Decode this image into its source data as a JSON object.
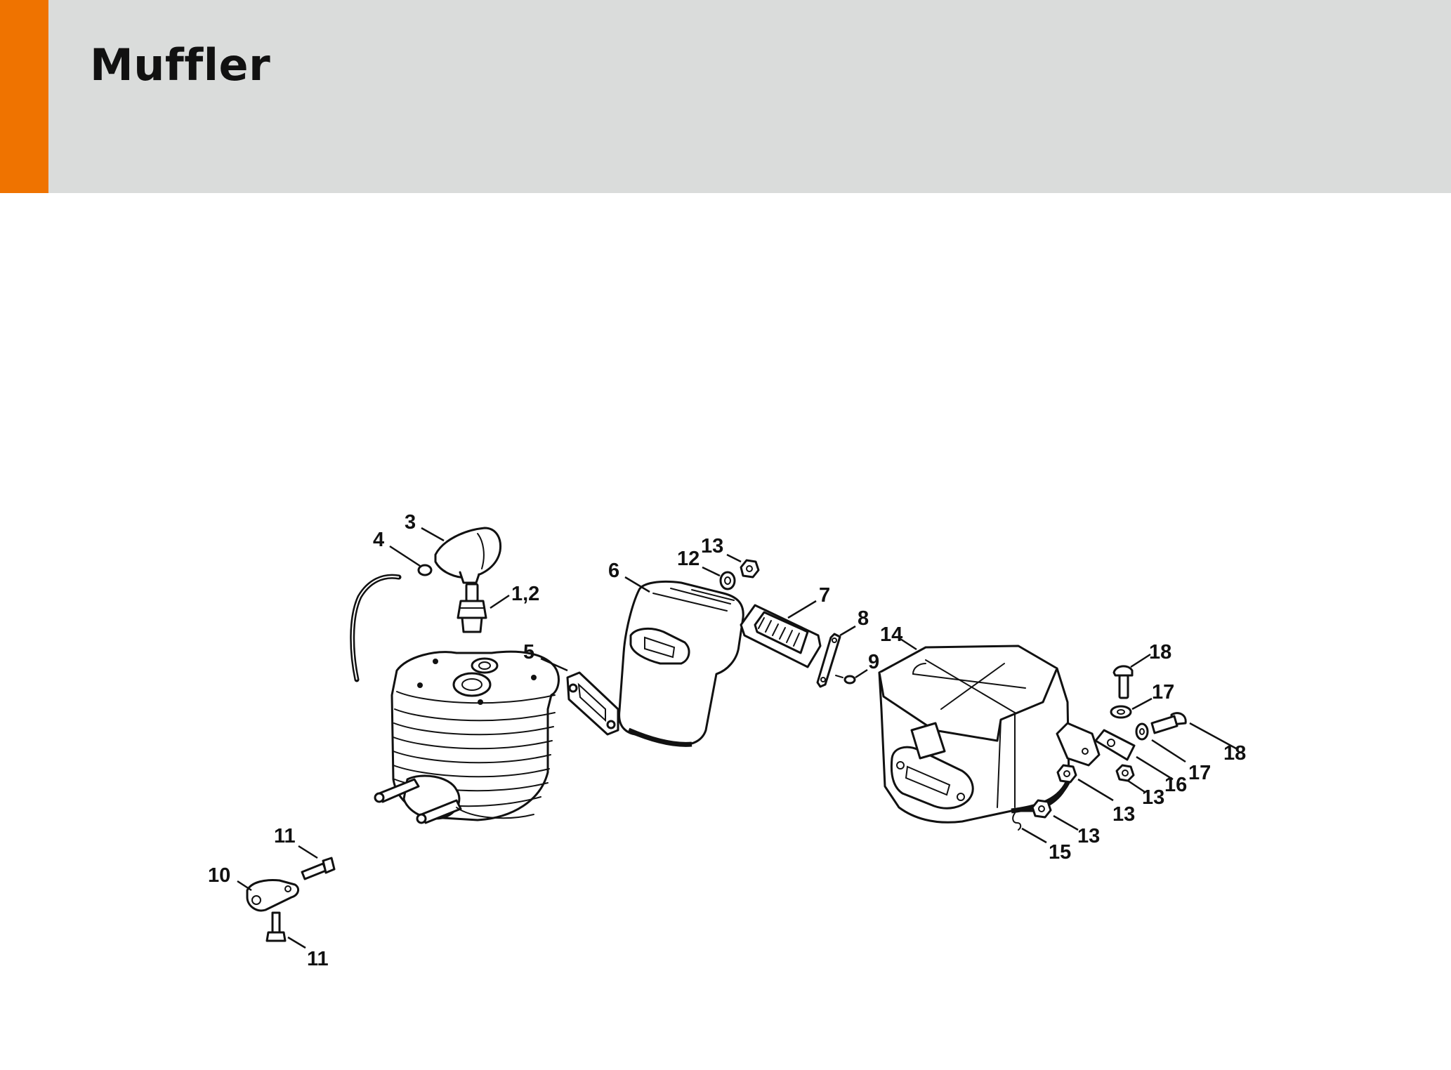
{
  "header": {
    "title": "Muffler",
    "accent_color": "#ef7300",
    "band_color": "#dadcdb"
  },
  "diagram": {
    "callouts": {
      "c_1_2": "1,2",
      "c_3": "3",
      "c_4": "4",
      "c_5": "5",
      "c_6": "6",
      "c_7": "7",
      "c_8": "8",
      "c_9": "9",
      "c_10": "10",
      "c_11_top": "11",
      "c_11_bottom": "11",
      "c_12": "12",
      "c_13_top": "13",
      "c_13_a": "13",
      "c_13_b": "13",
      "c_13_c": "13",
      "c_14": "14",
      "c_15": "15",
      "c_16": "16",
      "c_17_top": "17",
      "c_17_bottom": "17",
      "c_18_top": "18",
      "c_18_bottom": "18"
    }
  }
}
